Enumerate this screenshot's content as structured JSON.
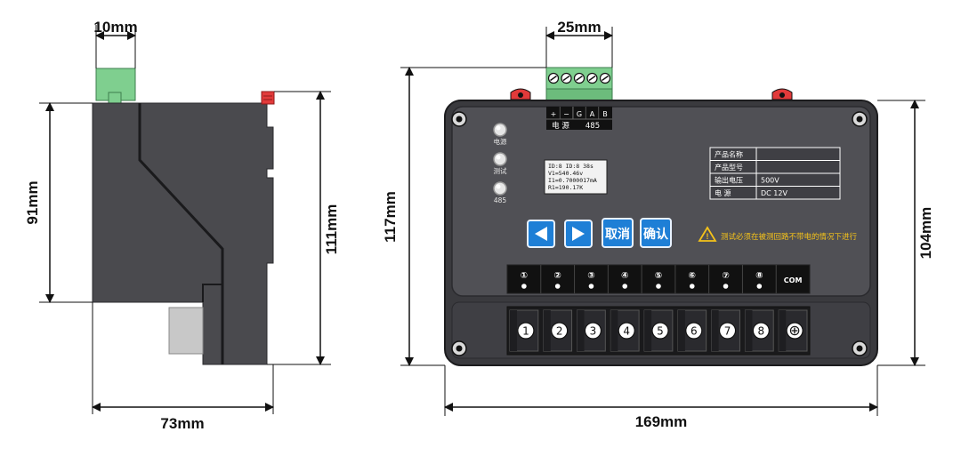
{
  "dimensions": {
    "side_top_width": "10mm",
    "side_height": "91mm",
    "side_total_height": "111mm",
    "side_width": "73mm",
    "terminal_width": "25mm",
    "front_total_height": "117mm",
    "front_body_height": "104mm",
    "front_width": "169mm"
  },
  "terminal": {
    "pins": [
      "+",
      "−",
      "G",
      "A",
      "B"
    ],
    "label_power": "电  源",
    "label_485": "485"
  },
  "indicators": [
    {
      "label": "电源"
    },
    {
      "label": "测试"
    },
    {
      "label": "485"
    }
  ],
  "lcd": {
    "line1": "ID:8  ID:8  38s",
    "line2": "V1=540.46v",
    "line3": "I1=0.7000017mA",
    "line4": "R1=190.17K"
  },
  "buttons": {
    "left": "◀",
    "right": "▶",
    "cancel": "取消",
    "confirm": "确认"
  },
  "warning": "测试必须在被测回路不带电的情况下进行",
  "spec_table": [
    {
      "label": "产品名称",
      "value": ""
    },
    {
      "label": "产品型号",
      "value": ""
    },
    {
      "label": "输出电压",
      "value": "500V"
    },
    {
      "label": "电    源",
      "value": "DC  12V"
    }
  ],
  "channel_labels": [
    "①",
    "②",
    "③",
    "④",
    "⑤",
    "⑥",
    "⑦",
    "⑧",
    "COM"
  ],
  "screw_labels": [
    "1",
    "2",
    "3",
    "4",
    "5",
    "6",
    "7",
    "8",
    "⊕"
  ]
}
